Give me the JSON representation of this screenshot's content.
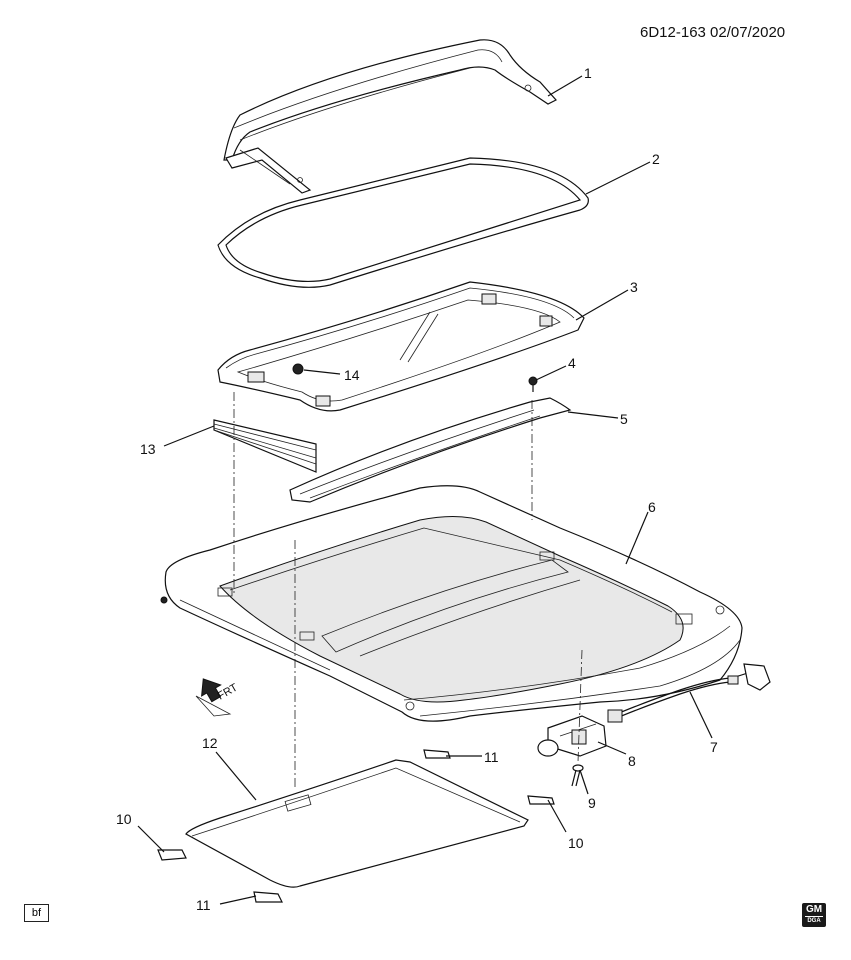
{
  "header": {
    "doc_id": "6D12-163  02/07/2020"
  },
  "footer": {
    "code": "bf",
    "logo_top": "GM",
    "logo_bottom": "DGA"
  },
  "direction": {
    "label": "FRT"
  },
  "parts": {
    "p1": "1",
    "p2": "2",
    "p3": "3",
    "p4": "4",
    "p5": "5",
    "p6": "6",
    "p7": "7",
    "p8": "8",
    "p9": "9",
    "p10a": "10",
    "p10b": "10",
    "p11a": "11",
    "p11b": "11",
    "p12": "12",
    "p13": "13",
    "p14": "14"
  }
}
